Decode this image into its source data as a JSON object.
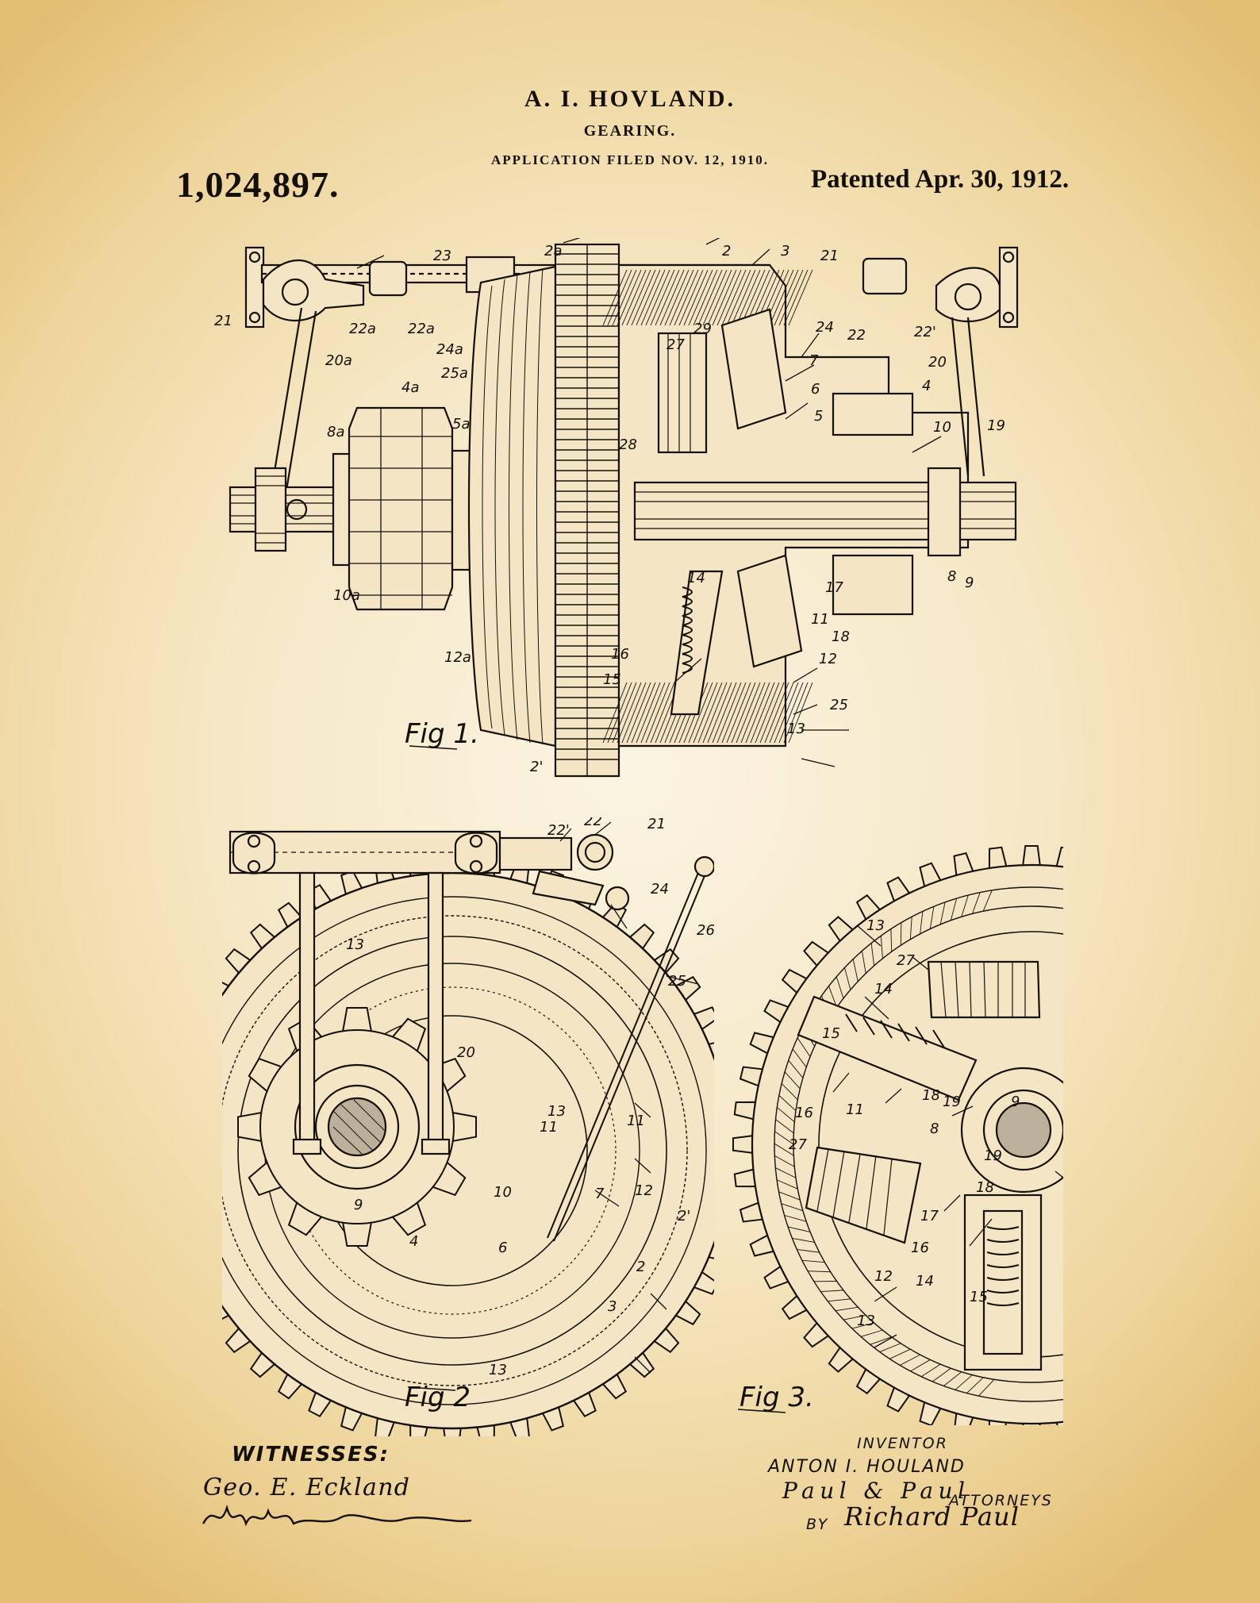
{
  "header": {
    "inventor": "A. I. HOVLAND.",
    "title": "GEARING.",
    "application_filed": "APPLICATION FILED NOV. 12, 1910.",
    "patent_number": "1,024,897.",
    "patented_date": "Patented Apr. 30, 1912."
  },
  "figures": [
    {
      "label": "Fig 1."
    },
    {
      "label": "Fig 2"
    },
    {
      "label": "Fig 3."
    }
  ],
  "signatures": {
    "witnesses_label": "WITNESSES:",
    "inventor_label": "INVENTOR",
    "inventor_name": "ANTON I. HOULAND",
    "attorneys_label": "ATTORNEYS",
    "by_label": "BY",
    "witness_1": "Geo. E. Eckland",
    "attorney_signature": "Paul & Paul",
    "by_signature": "Richard Paul"
  },
  "colors": {
    "ink": "#141008",
    "paper_center": "#fbf4e2",
    "paper_edge": "#e2bd72"
  }
}
